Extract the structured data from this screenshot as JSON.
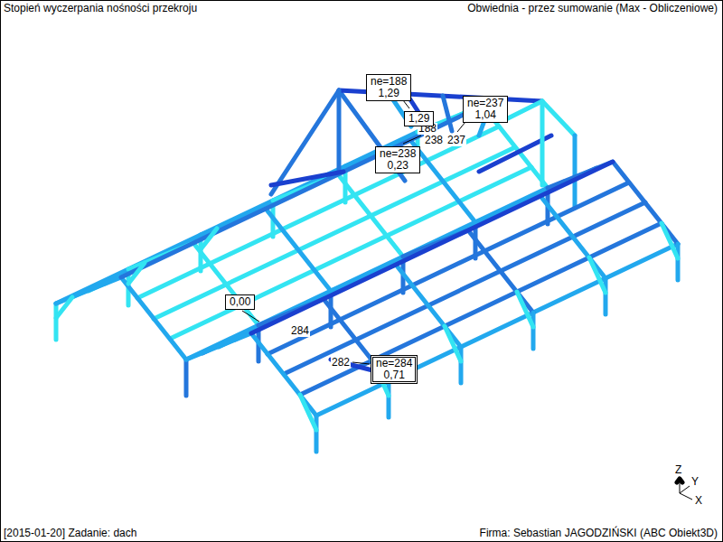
{
  "diagram": {
    "title": "Stopień wyczerpania nośności przekroju",
    "nodes": [
      {
        "text": [
          "ne=188",
          "1,29"
        ]
      },
      {
        "text": [
          "1,29"
        ]
      },
      {
        "text": [
          "ne=237",
          "1,04"
        ]
      },
      {
        "text": [
          "ne=238",
          "0,23"
        ]
      },
      {
        "text": [
          "0,00"
        ]
      },
      {
        "text": [
          "ne=284",
          "0,71"
        ]
      }
    ],
    "labels": [
      "Obwiednia - przez sumowanie (Max - Obliczeniowe)",
      "188",
      "238",
      "237",
      "284",
      "282",
      "Z",
      "Y",
      "X",
      "[2015-01-20] Zadanie: dach",
      "Firma: Sebastian JAGODZIŃSKI (ABC Obiekt3D)"
    ]
  }
}
